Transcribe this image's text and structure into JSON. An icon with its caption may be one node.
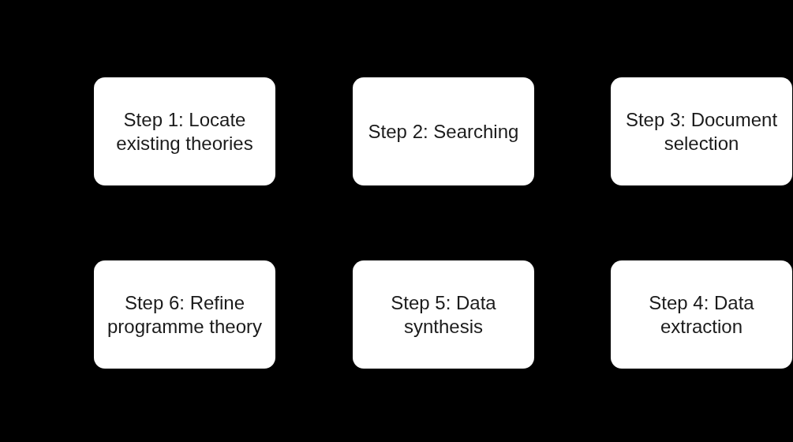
{
  "diagram": {
    "nodes": [
      {
        "text": [
          "Step 1: Locate existing theories"
        ]
      },
      {
        "text": [
          "Step 2: Searching"
        ]
      },
      {
        "text": [
          "Step 3: Document selection"
        ]
      },
      {
        "text": [
          "Step 6: Refine programme theory"
        ]
      },
      {
        "text": [
          "Step 5: Data synthesis"
        ]
      },
      {
        "text": [
          "Step 4: Data extraction"
        ]
      }
    ]
  }
}
